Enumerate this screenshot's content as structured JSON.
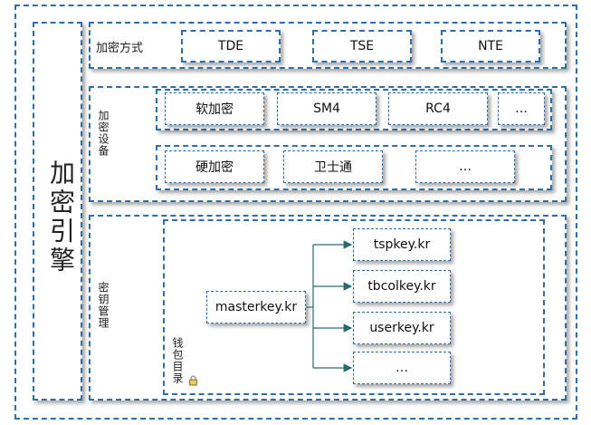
{
  "engine": {
    "label": "加密引擎"
  },
  "encryption_methods": {
    "label": "加密方式",
    "items": [
      "TDE",
      "TSE",
      "NTE"
    ]
  },
  "encryption_devices": {
    "label": "加密设备",
    "software_row": [
      "软加密",
      "SM4",
      "RC4",
      "…"
    ],
    "hardware_row": [
      "硬加密",
      "卫士通",
      "…"
    ]
  },
  "key_management": {
    "label": "密钥管理",
    "wallet_label": "钱包目录",
    "wallet_icon": "lock-icon",
    "master_key": "masterkey.kr",
    "child_keys": [
      "tspkey.kr",
      "tbcolkey.kr",
      "userkey.kr",
      "…"
    ]
  },
  "colors": {
    "border": "#2f6ea8",
    "arrow": "#2a6a6a"
  }
}
